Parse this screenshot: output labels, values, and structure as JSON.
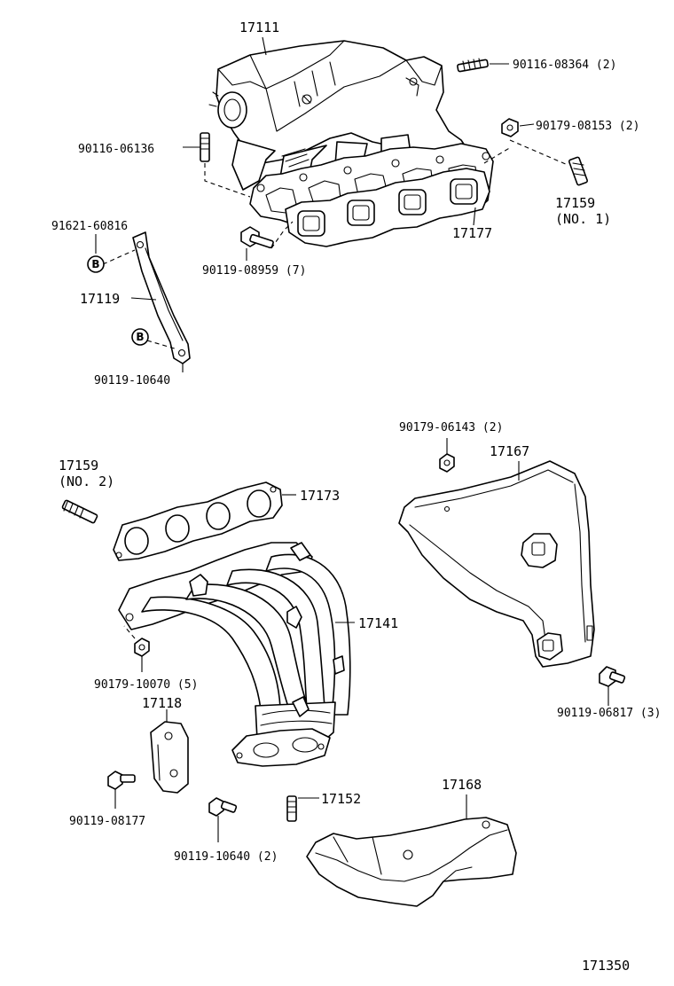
{
  "labels": {
    "intake_manifold": "17111",
    "bolt_90116_08364": "90116-08364 (2)",
    "nut_90179_08153": "90179-08153 (2)",
    "stud_90116_06136": "90116-06136",
    "stud_17159_no1_num": "17159",
    "stud_17159_no1_sub": "(NO. 1)",
    "gasket_17177": "17177",
    "bolt_91621_60816": "91621-60816",
    "stay_17119": "17119",
    "bolt_90119_08959": "90119-08959 (7)",
    "bolt_90119_10640_top": "90119-10640",
    "nut_90179_06143": "90179-06143 (2)",
    "insulator_17167": "17167",
    "stud_17159_no2_num": "17159",
    "stud_17159_no2_sub": "(NO. 2)",
    "gasket_17173": "17173",
    "exhaust_manifold_17141": "17141",
    "nut_90179_10070": "90179-10070 (5)",
    "stay_17118": "17118",
    "bolt_90119_06817": "90119-06817 (3)",
    "bolt_90119_08177": "90119-08177",
    "stud_17152": "17152",
    "insulator_17168": "17168",
    "bolt_90119_10640_bottom": "90119-10640 (2)",
    "figure_number": "171350"
  },
  "marks": {
    "b_upper": "B",
    "b_lower": "B"
  }
}
